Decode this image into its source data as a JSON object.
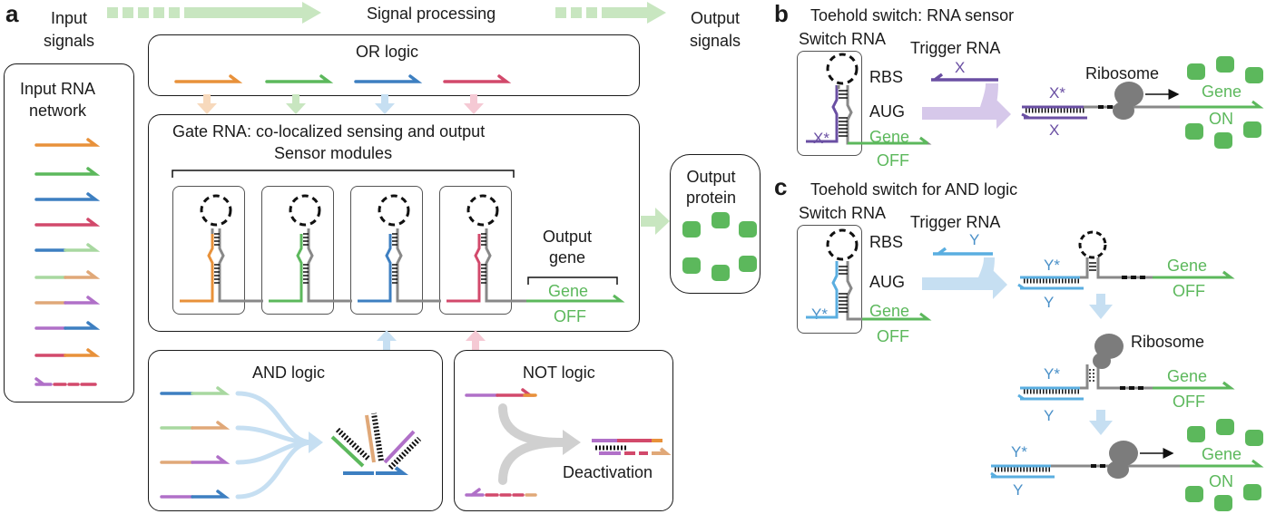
{
  "panels": {
    "a": "a",
    "b": "b",
    "c": "c"
  },
  "panel_a": {
    "input_signals": "Input\nsignals",
    "signal_processing": "Signal processing",
    "output_signals": "Output\nsignals",
    "input_rna_network": "Input RNA\nnetwork",
    "or_logic": "OR logic",
    "gate_rna_title": "Gate RNA: co-localized sensing and output",
    "sensor_modules": "Sensor modules",
    "output_gene": "Output\ngene",
    "gene": "Gene",
    "off": "OFF",
    "output_protein": "Output\nprotein",
    "and_logic": "AND logic",
    "not_logic": "NOT logic",
    "deactivation": "Deactivation"
  },
  "panel_b": {
    "title": "Toehold switch: RNA sensor",
    "switch_rna": "Switch RNA",
    "trigger_rna": "Trigger RNA",
    "rbs": "RBS",
    "aug": "AUG",
    "x": "X",
    "x_star": "X*",
    "gene": "Gene",
    "off": "OFF",
    "on": "ON",
    "ribosome": "Ribosome"
  },
  "panel_c": {
    "title": "Toehold switch for AND logic",
    "switch_rna": "Switch RNA",
    "trigger_rna": "Trigger RNA",
    "rbs": "RBS",
    "aug": "AUG",
    "y": "Y",
    "y_star": "Y*",
    "gene": "Gene",
    "off": "OFF",
    "on": "ON",
    "ribosome": "Ribosome"
  },
  "colors": {
    "orange": "#e8913a",
    "green": "#5cb85c",
    "blue": "#3d7fc1",
    "red": "#d2496b",
    "light_green": "#a8d8a0",
    "tan": "#e0a878",
    "purple": "#b070c8",
    "dark_purple": "#6a4fa3",
    "light_blue": "#5aaee0",
    "gray": "#888888",
    "arrow_green": "#c8e6c0",
    "arrow_blue": "#c6dff2",
    "arrow_purple": "#d6c8ea"
  }
}
